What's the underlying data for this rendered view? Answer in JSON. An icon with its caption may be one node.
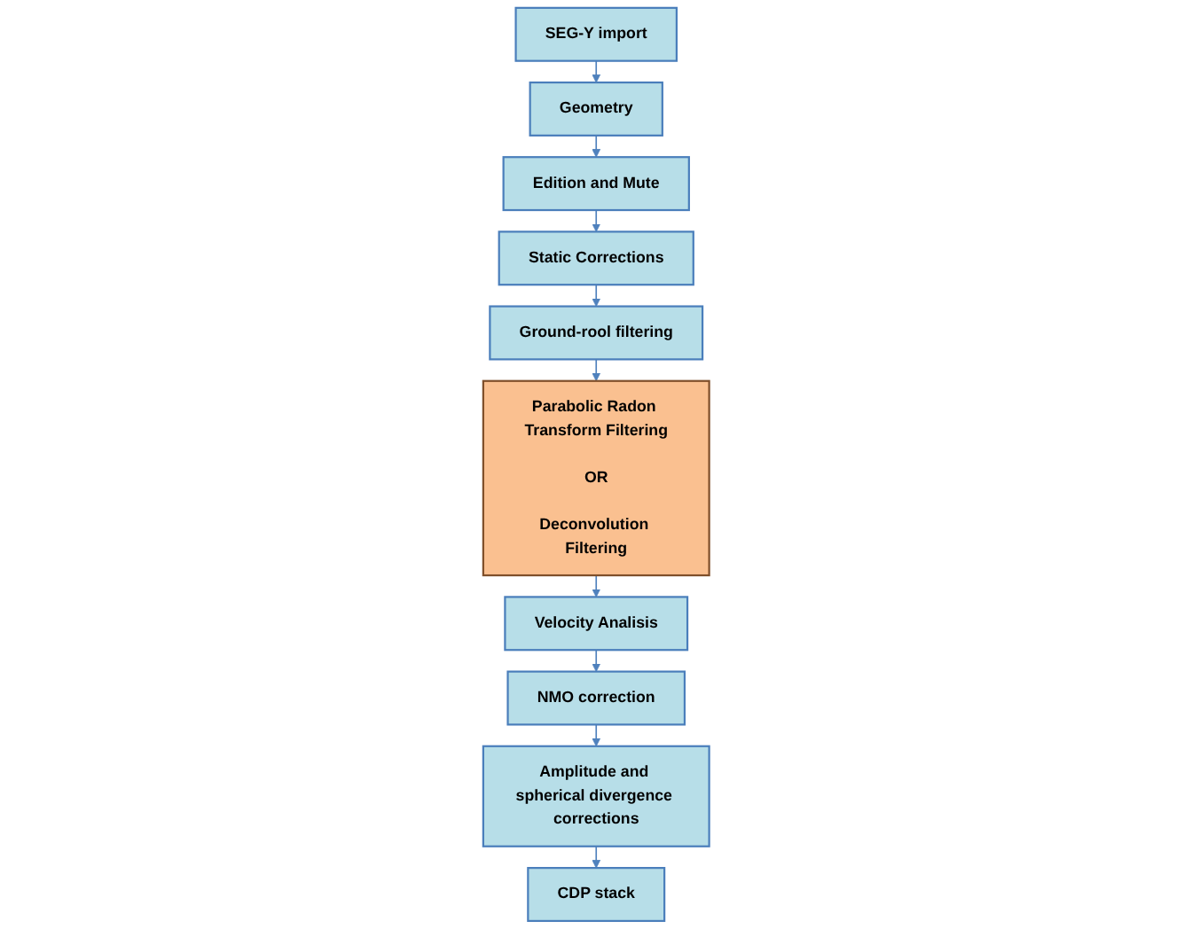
{
  "diagram": {
    "nodes": [
      {
        "text": [
          "SEG-Y import"
        ]
      },
      {
        "text": [
          "Geometry"
        ]
      },
      {
        "text": [
          "Edition and Mute"
        ]
      },
      {
        "text": [
          "Static Corrections"
        ]
      },
      {
        "text": [
          "Ground-rool filtering"
        ]
      },
      {
        "text": [
          "Parabolic Radon Transform Filtering",
          "OR",
          "Deconvolution Filtering"
        ]
      },
      {
        "text": [
          "Velocity Analisis"
        ]
      },
      {
        "text": [
          "NMO correction"
        ]
      },
      {
        "text": [
          "Amplitude and spherical divergence corrections"
        ]
      },
      {
        "text": [
          "CDP stack"
        ]
      }
    ],
    "edges": [
      {
        "from": 0,
        "to": 1,
        "arrow": "to"
      },
      {
        "from": 1,
        "to": 2,
        "arrow": "to"
      },
      {
        "from": 2,
        "to": 3,
        "arrow": "to"
      },
      {
        "from": 3,
        "to": 4,
        "arrow": "to"
      },
      {
        "from": 4,
        "to": 5,
        "arrow": "to"
      },
      {
        "from": 5,
        "to": 6,
        "arrow": "to"
      },
      {
        "from": 6,
        "to": 7,
        "arrow": "to"
      },
      {
        "from": 7,
        "to": 8,
        "arrow": "to"
      },
      {
        "from": 8,
        "to": 9,
        "arrow": "to"
      }
    ]
  }
}
